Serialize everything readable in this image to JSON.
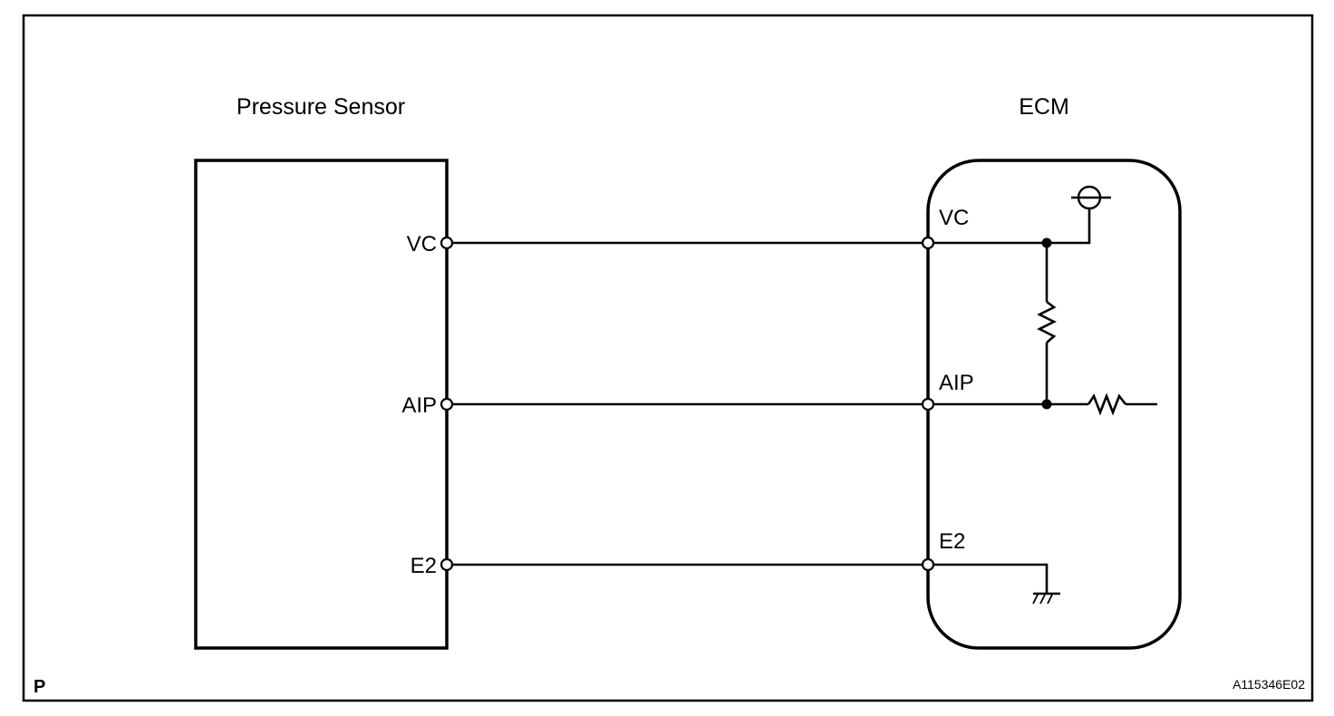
{
  "diagram": {
    "sensor_title": "Pressure Sensor",
    "ecm_title": "ECM",
    "sensor_pins": [
      "VC",
      "AIP",
      "E2"
    ],
    "ecm_pins": [
      "VC",
      "AIP",
      "E2"
    ],
    "corner_label": "P",
    "figure_code": "A115346E02"
  },
  "icons": [
    "power-supply-icon",
    "resistor-icon",
    "ground-icon",
    "terminal-icon",
    "junction-dot-icon"
  ],
  "colors": {
    "line": "#000000",
    "background": "#ffffff"
  }
}
